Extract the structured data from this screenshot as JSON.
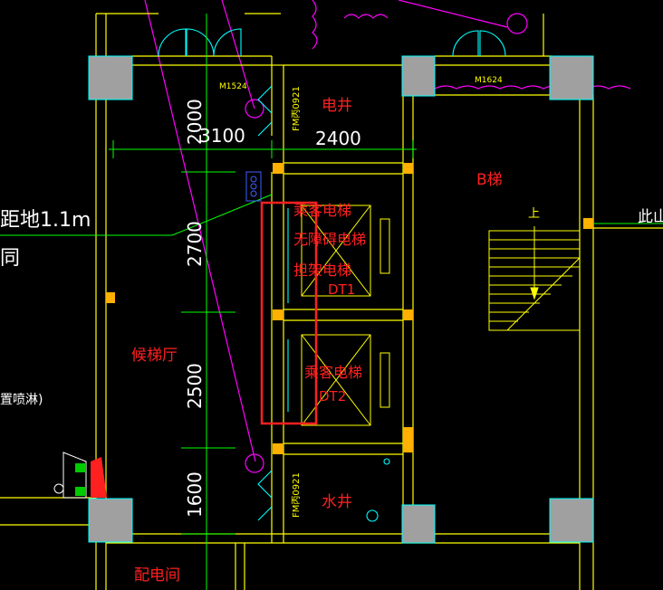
{
  "labels": {
    "shaft_electric": "电井",
    "stair_b": "B梯",
    "up_mark": "上",
    "here_partial": "此山",
    "dist_partial": "距地1.1m",
    "same_partial": "同",
    "sprinkler_partial": "置喷淋)",
    "lobby": "候梯厅",
    "passenger_elevator_1": "乘客电梯",
    "accessible_elevator": "无障碍电梯",
    "stretcher_elevator": "担架电梯",
    "dt1": "DT1",
    "passenger_elevator_2": "乘客电梯",
    "dt2": "DT2",
    "water_shaft": "水井",
    "power_room": "配电间",
    "door_m1524": "M1524",
    "door_m1624": "M1624",
    "door_fm_top": "FM丙0921",
    "door_fm_bottom": "FM丙0921"
  },
  "dimensions": {
    "dim_3100": "3100",
    "dim_2400": "2400",
    "dim_2000": "2000",
    "dim_2700": "2700",
    "dim_2500": "2500",
    "dim_1600": "1600"
  },
  "colors": {
    "background": "#000000",
    "wall": "#ffff00",
    "column": "#a0a0a0",
    "door": "#00ffff",
    "dimension": "#00ff00",
    "text_red": "#ff2020",
    "dimension_text": "#ffffff",
    "highlight": "#ff2020",
    "magenta": "#ff00ff",
    "column_tag": "#ffb000"
  }
}
